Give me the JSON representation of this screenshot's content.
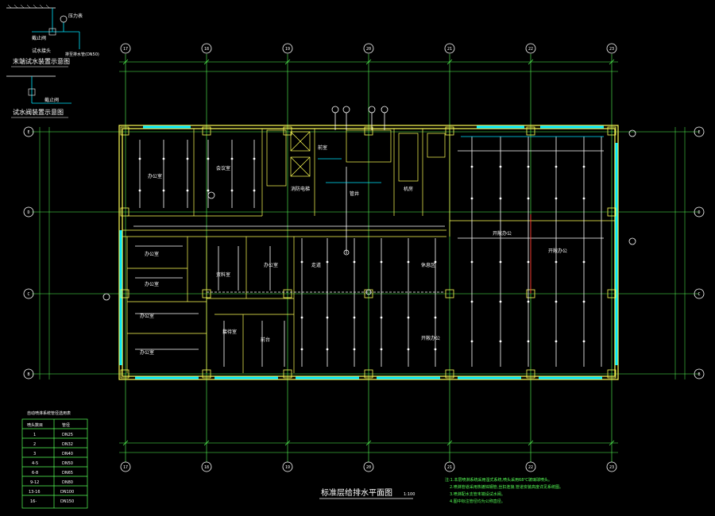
{
  "detail_top": {
    "title": "末端试水装置示意图",
    "label_gauge": "压力表",
    "label_valve": "截止阀",
    "label_drain": "试水接头",
    "label_note": "排至排水管(DN50)"
  },
  "detail_bottom": {
    "title": "试水阀装置示意图",
    "label_valve": "截止阀"
  },
  "axes": {
    "columns": [
      "17",
      "18",
      "19",
      "20",
      "21",
      "22",
      "23"
    ],
    "rows": [
      "E",
      "D",
      "C",
      "B"
    ]
  },
  "rooms": {
    "r1": "办公室",
    "r2": "会议室",
    "r3": "消防电梯",
    "r4": "前室",
    "r5": "管井",
    "r6": "机房",
    "r7": "开敞办公",
    "r8": "办公室",
    "r9": "办公室",
    "r10": "办公室",
    "r11": "办公室",
    "r12": "资料室",
    "r13": "办公室",
    "r14": "走道",
    "r15": "休息区",
    "r16": "开敞办公",
    "r17": "开敞办公",
    "r18": "接待室",
    "r19": "前台"
  },
  "plan_title": "标准层给排水平面图",
  "plan_scale": "1:100",
  "pipe_table": {
    "title": "自动喷淋系统管径选用表",
    "headers": [
      "喷头数目",
      "管径"
    ],
    "rows": [
      [
        "1",
        "DN25"
      ],
      [
        "2",
        "DN32"
      ],
      [
        "3",
        "DN40"
      ],
      [
        "4-5",
        "DN50"
      ],
      [
        "6-8",
        "DN65"
      ],
      [
        "9-12",
        "DN80"
      ],
      [
        "13-16",
        "DN100"
      ],
      [
        "16-",
        "DN150"
      ]
    ]
  },
  "notes": [
    "注:1.本层喷淋系统采用湿式系统,喷头采用68℃玻璃球喷头。",
    "2.喷淋管道采用热镀锌钢管,丝扣连接,管道安装高度详见系统图。",
    "3.喷淋配水支管末端设试水阀。",
    "4.图中标注管径均为公称直径。"
  ]
}
